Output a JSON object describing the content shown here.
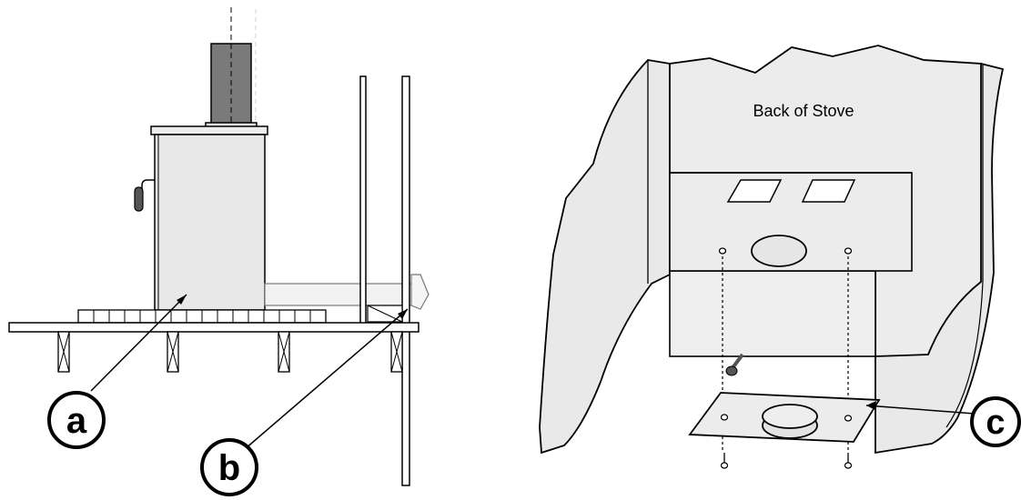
{
  "diagram": {
    "stove_label": "Back of Stove",
    "callouts": {
      "a": "a",
      "b": "b",
      "c": "c"
    },
    "colors": {
      "stroke": "#000000",
      "panel_fill": "#ececec",
      "pipe_fill": "#777777",
      "watermark": "#e6e6e6"
    }
  }
}
